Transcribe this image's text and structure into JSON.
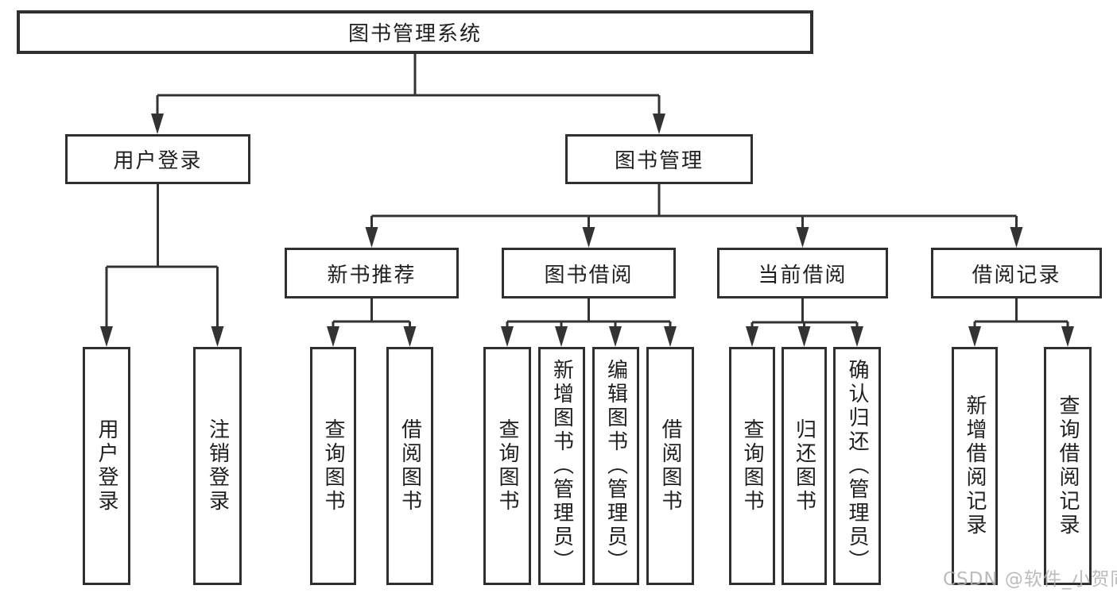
{
  "diagram": {
    "type": "hierarchy-tree",
    "root": {
      "label": "图书管理系统"
    },
    "level2": {
      "login": {
        "label": "用户登录"
      },
      "manage": {
        "label": "图书管理"
      }
    },
    "level3": {
      "recommend": {
        "label": "新书推荐"
      },
      "borrow": {
        "label": "图书借阅"
      },
      "current": {
        "label": "当前借阅"
      },
      "records": {
        "label": "借阅记录"
      }
    },
    "leaves": {
      "login_user": "用户登录",
      "login_logout": "注销登录",
      "rec_query": "查询图书",
      "rec_borrow": "借阅图书",
      "bor_query": "查询图书",
      "bor_add": "新增图书（管理员）",
      "bor_edit": "编辑图书（管理员）",
      "bor_borrow": "借阅图书",
      "cur_query": "查询图书",
      "cur_return": "归还图书",
      "cur_confirm": "确认归还（管理员）",
      "hist_add": "新增借阅记录",
      "hist_query": "查询借阅记录"
    }
  },
  "watermark": "CSDN @软件_小贺同学",
  "colors": {
    "line": "#333333",
    "border": "#2f2f2f",
    "text": "#1f1f1f",
    "watermark": "#afafaf",
    "background": "#ffffff"
  }
}
